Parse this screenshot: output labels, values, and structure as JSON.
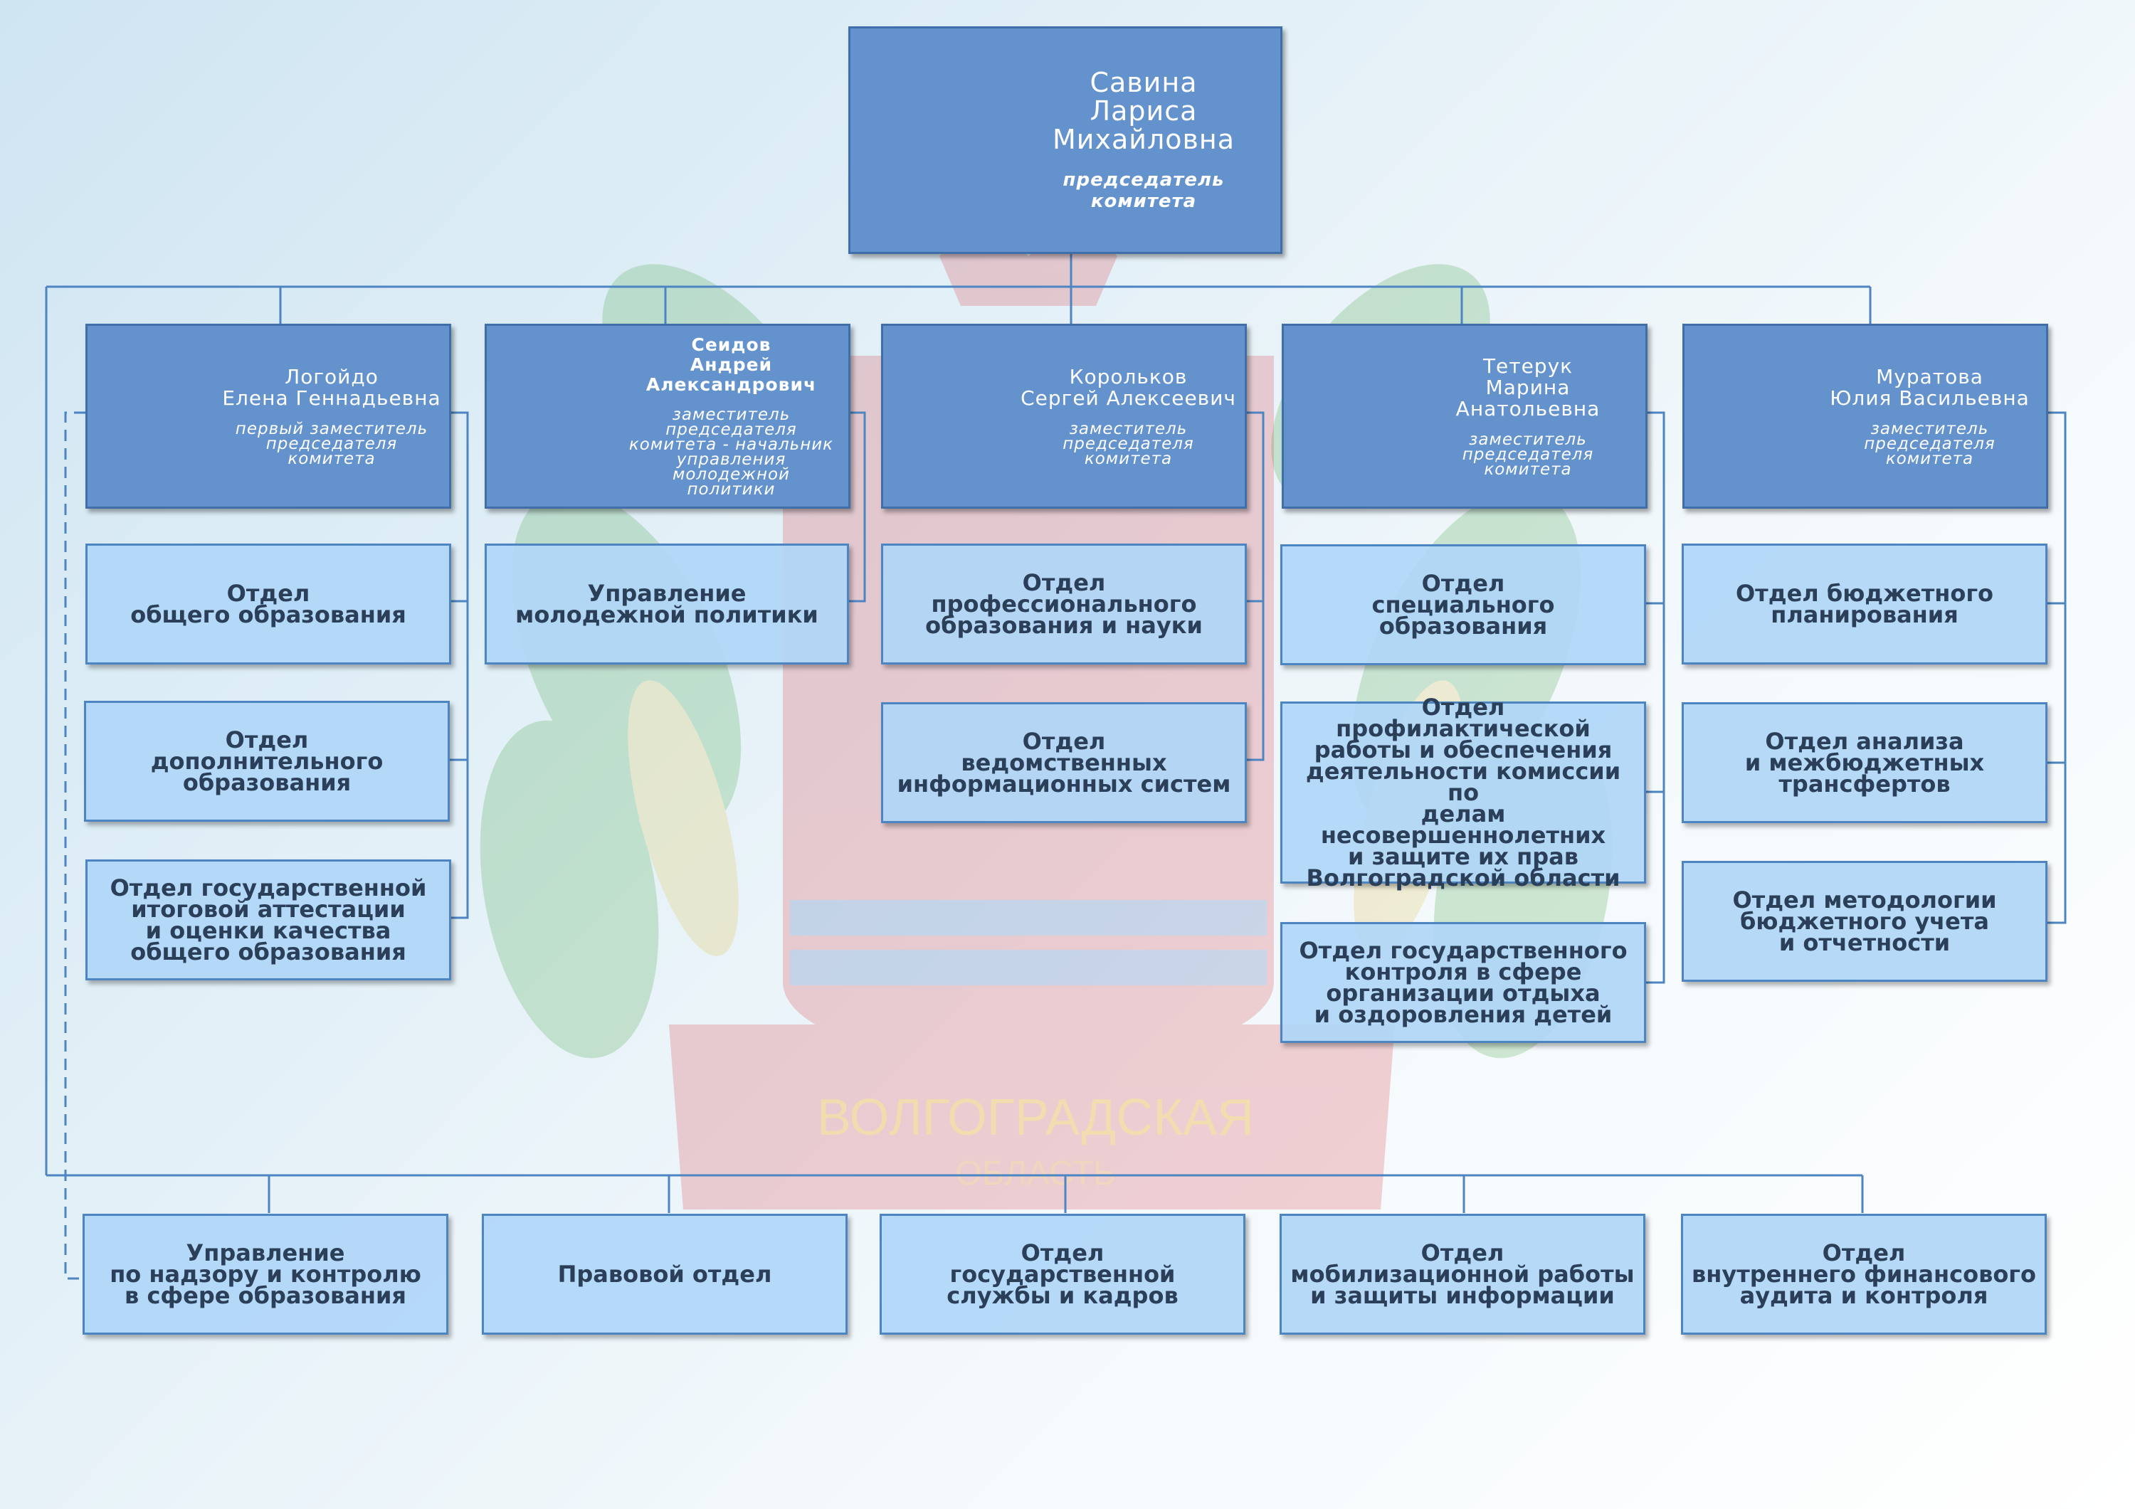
{
  "emblem": {
    "line1": "ВОЛГОГРАДСКАЯ",
    "line2": "ОБЛАСТЬ"
  },
  "head": {
    "name": "Савина\nЛариса\nМихайловна",
    "position": "председатель\nкомитета"
  },
  "deputies": [
    {
      "name": "Логойдо\nЕлена Геннадьевна",
      "position": "первый заместитель\nпредседателя\nкомитета"
    },
    {
      "name": "Сеидов\nАндрей Александрович",
      "position": "заместитель\nпредседателя\nкомитета - начальник\nуправления\nмолодежной\nполитики"
    },
    {
      "name": "Корольков\nСергей Алексеевич",
      "position": "заместитель\nпредседателя\nкомитета"
    },
    {
      "name": "Тетерук\nМарина Анатольевна",
      "position": "заместитель\nпредседателя\nкомитета"
    },
    {
      "name": "Муратова\nЮлия Васильевна",
      "position": "заместитель\nпредседателя\nкомитета"
    }
  ],
  "columns": [
    [
      "Отдел\nобщего образования",
      "Отдел\nдополнительного\nобразования",
      "Отдел государственной\nитоговой аттестации\nи оценки качества\nобщего образования"
    ],
    [
      "Управление\nмолодежной политики"
    ],
    [
      "Отдел\nпрофессионального\nобразования и науки",
      "Отдел\nведомственных\nинформационных систем"
    ],
    [
      "Отдел\nспециального образования",
      "Отдел\nпрофилактической\nработы и обеспечения\nдеятельности комиссии по\nделам несовершеннолетних\nи защите их прав\nВолгоградской области",
      "Отдел государственного\nконтроля в сфере\nорганизации отдыха\nи оздоровления детей"
    ],
    [
      "Отдел бюджетного\nпланирования",
      "Отдел анализа\nи межбюджетных\nтрансфертов",
      "Отдел методологии\nбюджетного учета\nи отчетности"
    ]
  ],
  "bottom": [
    "Управление\nпо надзору и контролю\nв сфере образования",
    "Правовой отдел",
    "Отдел\nгосударственной\nслужбы и кадров",
    "Отдел\nмобилизационной работы\nи защиты информации",
    "Отдел\nвнутреннего финансового\nаудита и контроля"
  ],
  "colors": {
    "card": "#6392cd",
    "dept": "#b0d6f7",
    "line": "#4d84c2"
  }
}
